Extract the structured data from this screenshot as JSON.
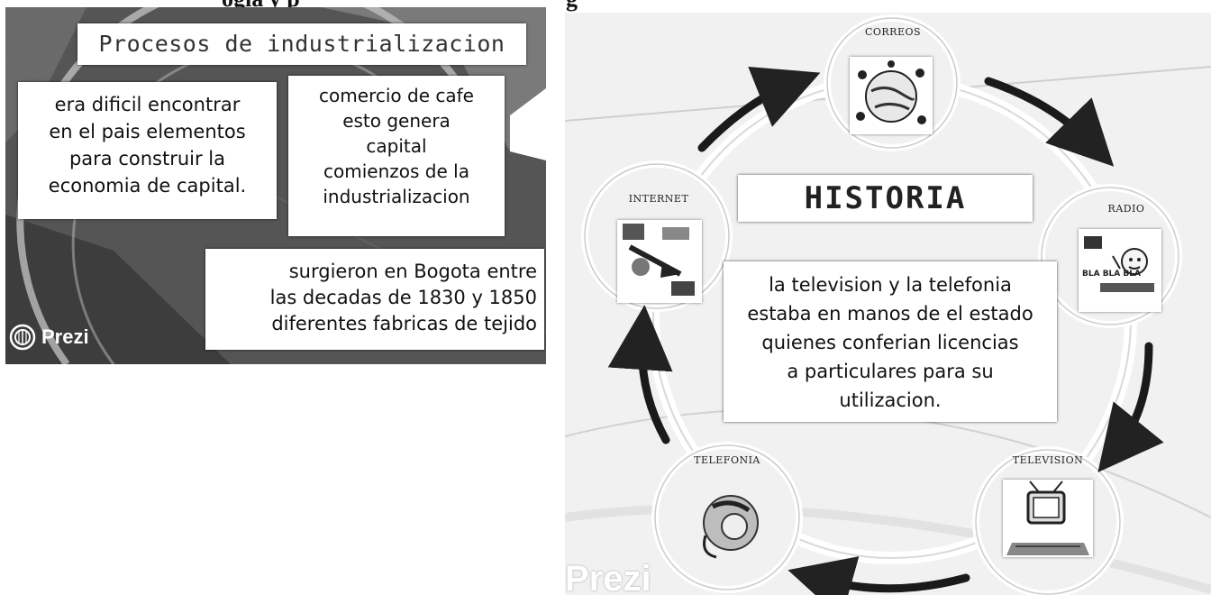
{
  "captions": {
    "left": "ogía y p",
    "right": "g"
  },
  "slide_left": {
    "title": "Procesos de industrializacion",
    "card_a": "era dificil encontrar\nen el pais elementos\npara construir la\neconomia de capital.",
    "card_b": "comercio de cafe\nesto genera\ncapital\ncomienzos de la\nindustrializacion",
    "card_c": "surgieron en Bogota entre\nlas decadas de 1830 y 1850\ndiferentes fabricas de tejido",
    "logo": "Prezi"
  },
  "slide_right": {
    "heading": "HISTORIA",
    "center_text": "la television y la telefonia\nestaba en manos de el estado\nquienes conferian licencias\na particulares para su\nutilizacion.",
    "nodes": {
      "correos": "CORREOS",
      "radio": "RADIO",
      "television": "TELEVISION",
      "telefonia": "TELEFONIA",
      "internet": "INTERNET"
    },
    "radio_pic_text": "BLA BLA BLA",
    "logo": "Prezi"
  }
}
